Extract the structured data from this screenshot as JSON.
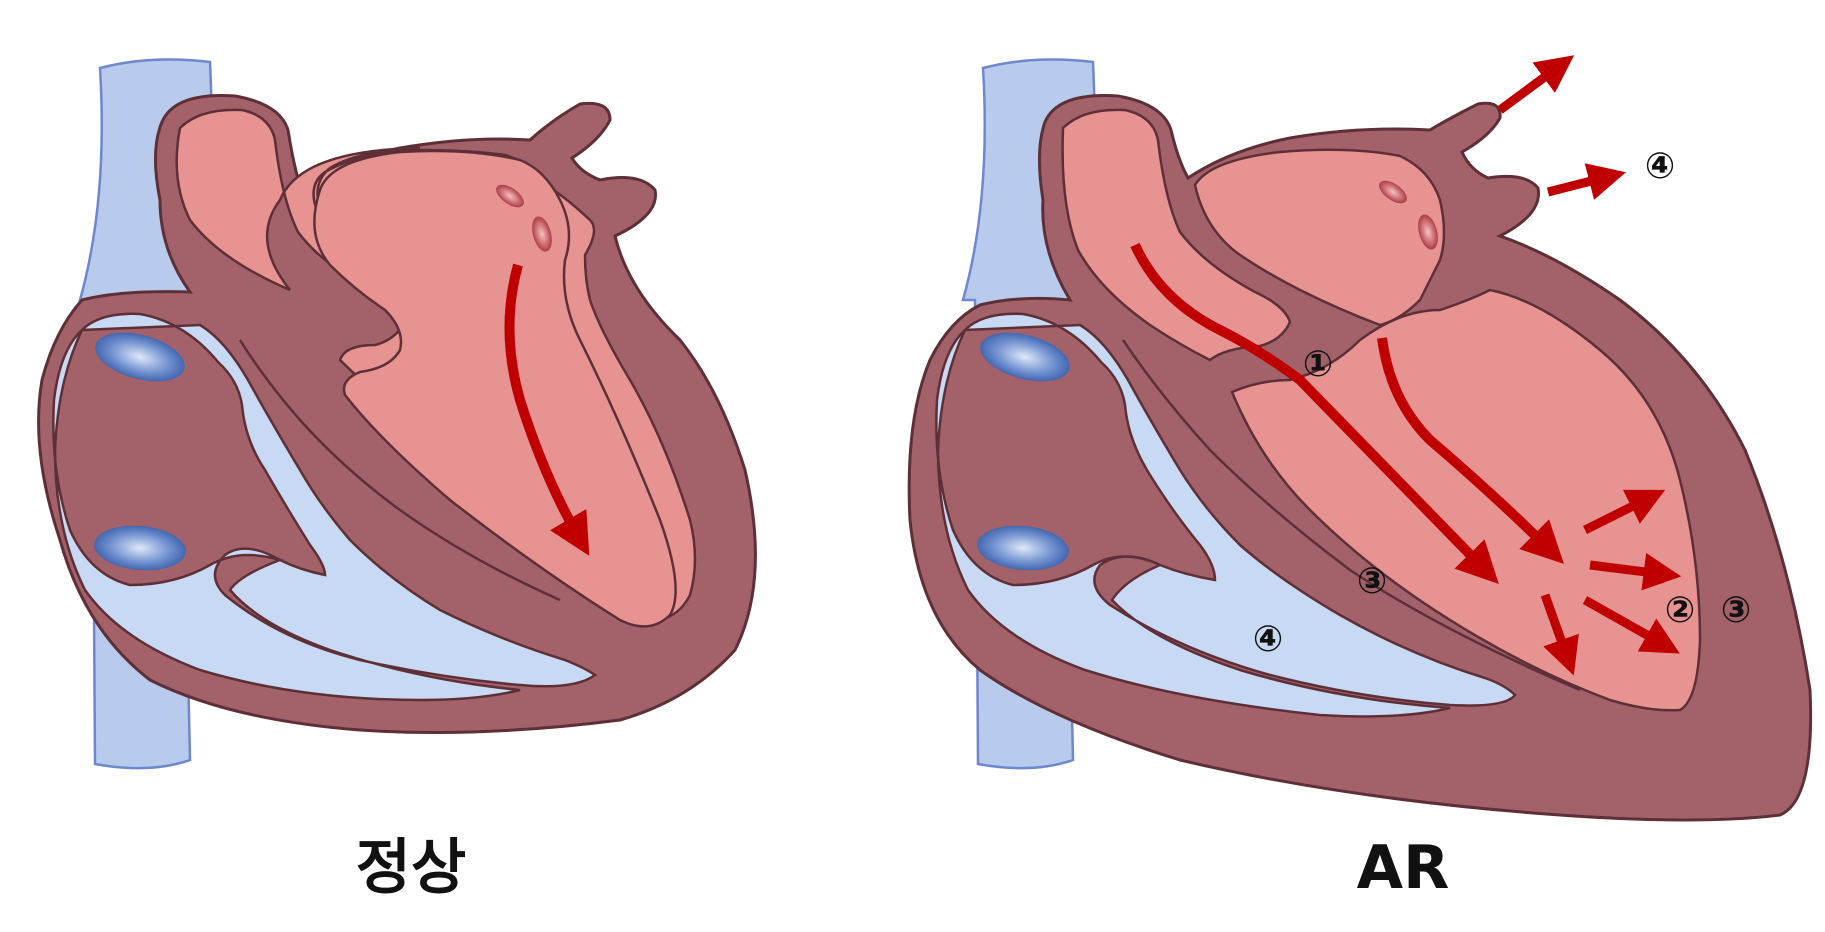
{
  "captions": {
    "normal": "정상",
    "ar": "AR"
  },
  "markers": {
    "one": "①",
    "two": "②",
    "three_a": "③",
    "three_b": "③",
    "four_aorta": "④",
    "four_atrium": "④"
  },
  "colors": {
    "muscle": "#a3626a",
    "muscle_outline": "#5e2f37",
    "left_chamber": "#e69391",
    "right_chamber": "#c8d9f3",
    "vein": "#b8cbec",
    "vein_outline": "#6f87cd",
    "valve_blue": "#3a5ea8",
    "valve_red": "#9a2d37",
    "arrow": "#c00000"
  }
}
